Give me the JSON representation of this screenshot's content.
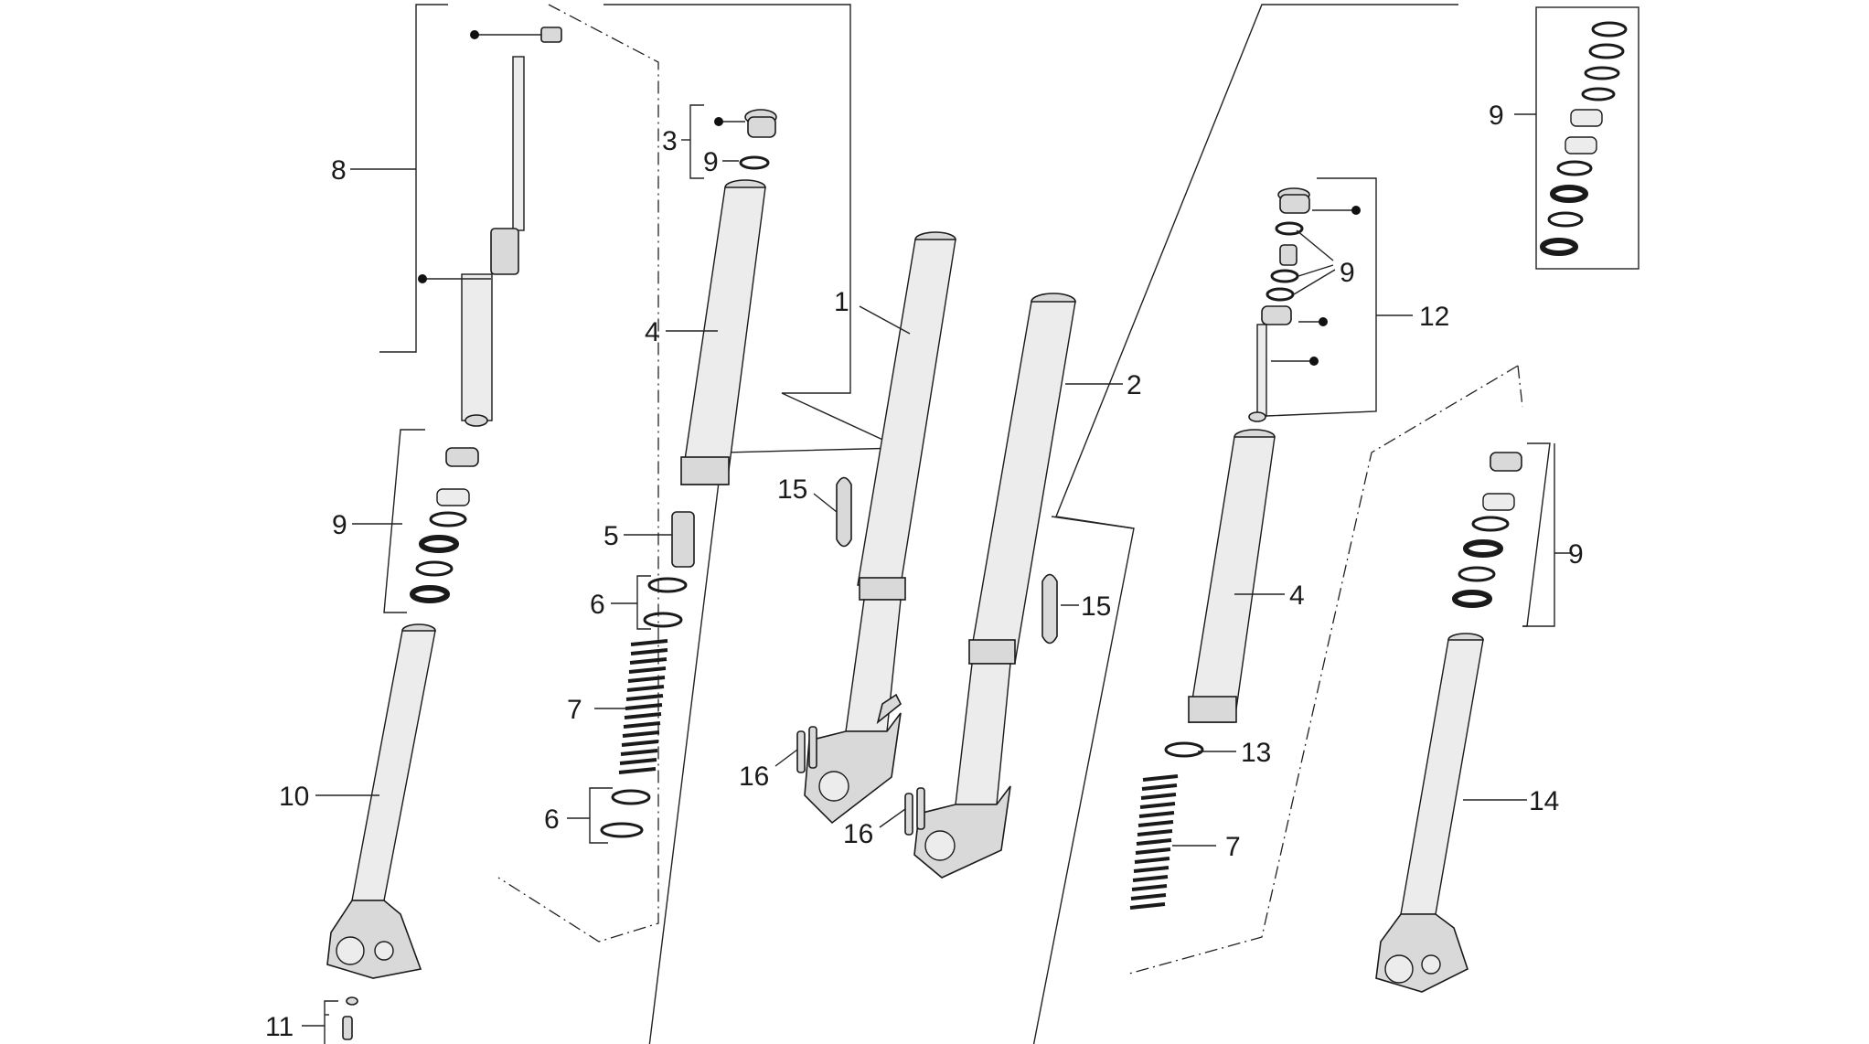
{
  "callouts": [
    {
      "id": "c8",
      "text": "8"
    },
    {
      "id": "c9a",
      "text": "9"
    },
    {
      "id": "c10",
      "text": "10"
    },
    {
      "id": "c11",
      "text": "11"
    },
    {
      "id": "c3",
      "text": "3"
    },
    {
      "id": "c9b",
      "text": "9"
    },
    {
      "id": "c4a",
      "text": "4"
    },
    {
      "id": "c5",
      "text": "5"
    },
    {
      "id": "c6a",
      "text": "6"
    },
    {
      "id": "c7a",
      "text": "7"
    },
    {
      "id": "c6b",
      "text": "6"
    },
    {
      "id": "c1",
      "text": "1"
    },
    {
      "id": "c2",
      "text": "2"
    },
    {
      "id": "c15a",
      "text": "15"
    },
    {
      "id": "c15b",
      "text": "15"
    },
    {
      "id": "c16a",
      "text": "16"
    },
    {
      "id": "c16b",
      "text": "16"
    },
    {
      "id": "c9c",
      "text": "9"
    },
    {
      "id": "c12",
      "text": "12"
    },
    {
      "id": "c9d",
      "text": "9"
    },
    {
      "id": "c4b",
      "text": "4"
    },
    {
      "id": "c13",
      "text": "13"
    },
    {
      "id": "c7b",
      "text": "7"
    },
    {
      "id": "c9e",
      "text": "9"
    },
    {
      "id": "c14",
      "text": "14"
    }
  ],
  "colors": {
    "line": "#1a1a1a",
    "part_fill": "#d9d9d9",
    "background": "#ffffff"
  }
}
